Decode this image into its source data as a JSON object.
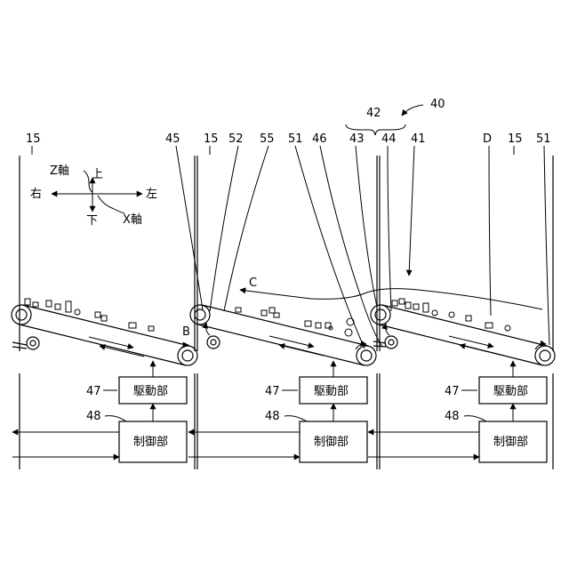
{
  "reference_numerals": {
    "main_unit": "40",
    "sub_group": "42",
    "wall_left": "15",
    "wall_mid": "15",
    "wall_right": "15",
    "n45": "45",
    "n52": "52",
    "n55": "55",
    "n51_mid": "51",
    "n46": "46",
    "n43": "43",
    "n44": "44",
    "n41": "41",
    "D": "D",
    "n51_right": "51"
  },
  "axes": {
    "z_axis": "Z軸",
    "up": "上",
    "down": "下",
    "right": "右",
    "left": "左",
    "x_axis": "X軸"
  },
  "arrow_labels": {
    "B": "B",
    "C": "C"
  },
  "units": [
    {
      "drive_num": "47",
      "drive_label": "駆動部",
      "ctrl_num": "48",
      "ctrl_label": "制御部"
    },
    {
      "drive_num": "47",
      "drive_label": "駆動部",
      "ctrl_num": "48",
      "ctrl_label": "制御部"
    },
    {
      "drive_num": "47",
      "drive_label": "駆動部",
      "ctrl_num": "48",
      "ctrl_label": "制御部"
    }
  ]
}
